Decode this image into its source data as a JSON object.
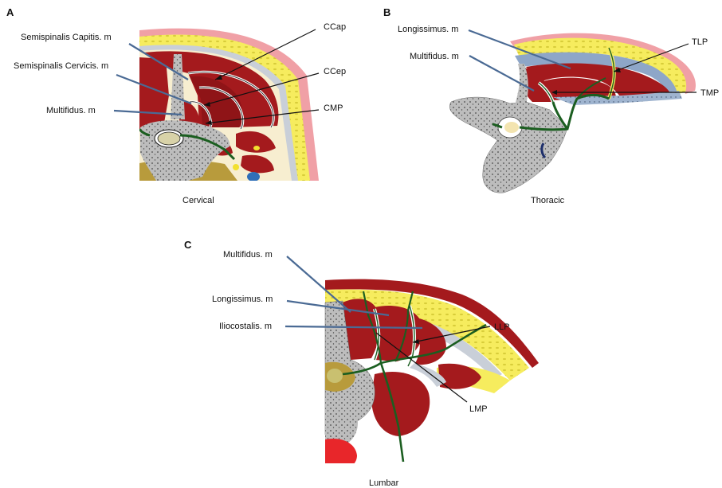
{
  "colors": {
    "skin": "#f0a0a6",
    "fat": "#f6ec5e",
    "fat_dots": "#d8cd3a",
    "muscle": "#a41a1d",
    "muscle_dark": "#7d0f12",
    "fascia": "#c9cfd8",
    "fascia_blue": "#8ea6c8",
    "bone": "#bdbdbd",
    "bone_dots": "#4a4a4a",
    "nerve": "#1b5e20",
    "cream": "#f7eed0",
    "olive": "#b89b3c",
    "blood": "#e8262a",
    "pointer_blue": "#4a6a94",
    "pointer_black": "#111111"
  },
  "panels": [
    {
      "letter": "A",
      "caption": "Cervical",
      "muscle_labels": [
        "Semispinalis Capitis. m",
        "Semispinalis Cervicis. m",
        "Multifidus. m"
      ],
      "plane_labels": [
        "CCap",
        "CCep",
        "CMP"
      ]
    },
    {
      "letter": "B",
      "caption": "Thoracic",
      "muscle_labels": [
        "Longissimus. m",
        "Multifidus. m"
      ],
      "plane_labels": [
        "TLP",
        "TMP"
      ]
    },
    {
      "letter": "C",
      "caption": "Lumbar",
      "muscle_labels": [
        "Multifidus. m",
        "Longissimus. m",
        "Iliocostalis. m"
      ],
      "plane_labels": [
        "LLP",
        "LMP"
      ]
    }
  ]
}
